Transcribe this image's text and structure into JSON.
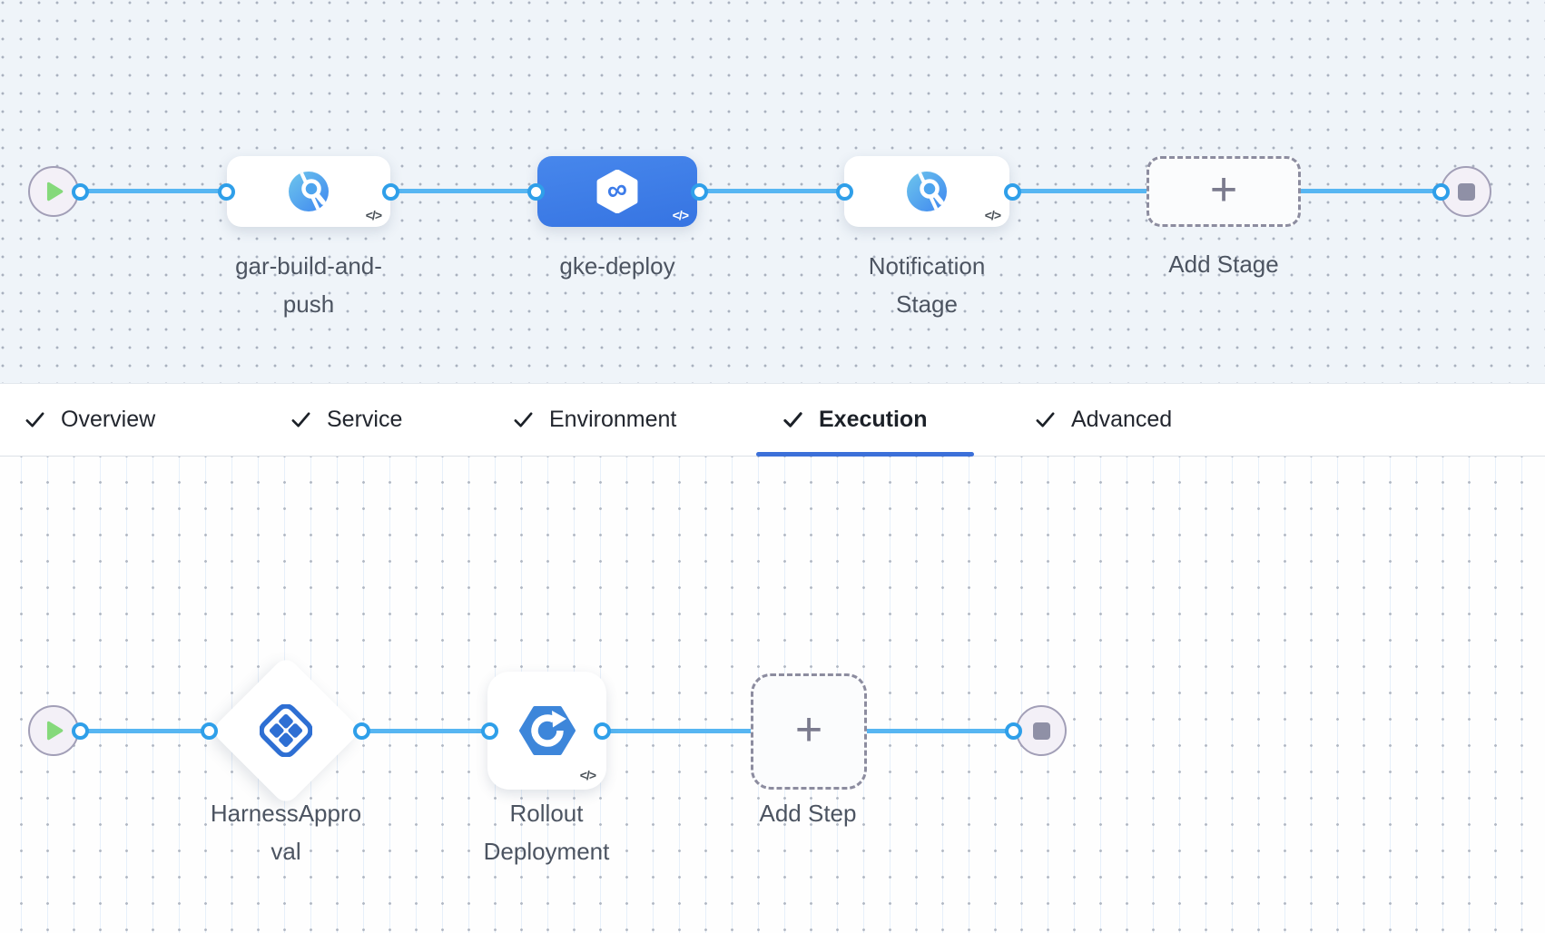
{
  "stage_pipeline": {
    "stages": [
      {
        "label": "gar-build-and-push",
        "type": "custom-stage",
        "selected": false
      },
      {
        "label": "gke-deploy",
        "type": "deploy-stage",
        "selected": true
      },
      {
        "label": "Notification Stage",
        "type": "custom-stage",
        "selected": false
      }
    ],
    "add_stage_label": "Add Stage"
  },
  "tabs": {
    "items": [
      {
        "label": "Overview",
        "checked": true
      },
      {
        "label": "Service",
        "checked": true
      },
      {
        "label": "Environment",
        "checked": true
      },
      {
        "label": "Execution",
        "checked": true
      },
      {
        "label": "Advanced",
        "checked": true
      }
    ],
    "active_tab": "Execution"
  },
  "execution_steps": {
    "steps": [
      {
        "label": "HarnessApproval",
        "type": "approval-step"
      },
      {
        "label": "Rollout Deployment",
        "type": "rollout-step"
      }
    ],
    "add_step_label": "Add Step"
  },
  "icons": {
    "code": "</>",
    "plus": "+",
    "play": "play-triangle",
    "stop": "stop-square",
    "check": "checkmark"
  },
  "colors": {
    "selected_stage_blue": "#3e7de9",
    "connector_blue": "#57b6f2",
    "active_tab_underline": "#3c70d9",
    "play_green": "#85d97b",
    "canvas_top_bg": "#eff4f9",
    "canvas_bottom_bg": "#fefefe"
  }
}
